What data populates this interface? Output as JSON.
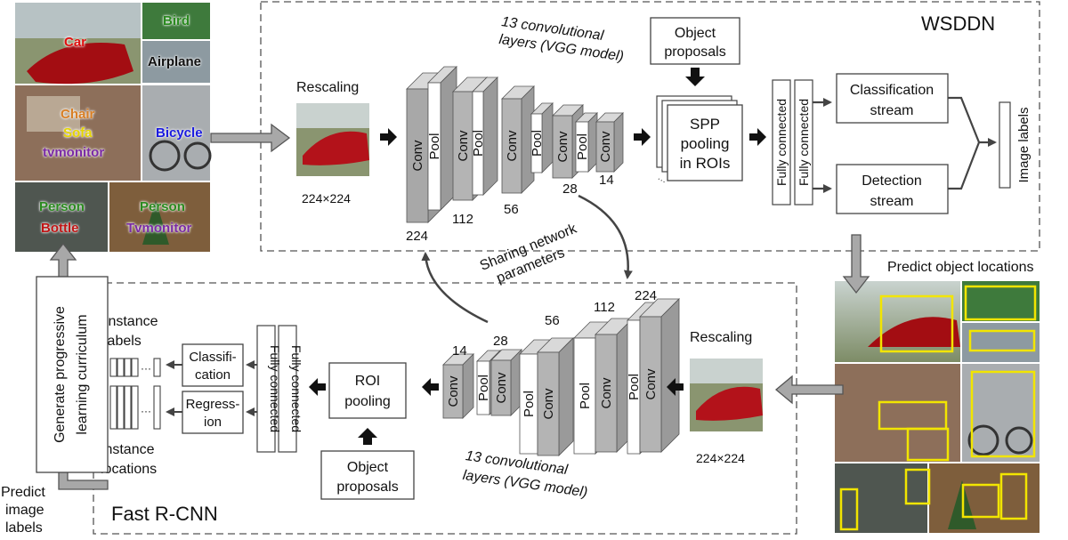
{
  "wsddn": {
    "title": "WSDDN",
    "rescaling": "Rescaling",
    "input_size": "224×224",
    "conv_caption": [
      "13 convolutional",
      "layers (VGG model)"
    ],
    "sizes": [
      "224",
      "112",
      "56",
      "28",
      "14"
    ],
    "object_proposals": [
      "Object",
      "proposals"
    ],
    "spp": [
      "SPP",
      "pooling",
      "in ROIs"
    ],
    "fc": "Fully connected",
    "classification_stream": [
      "Classification",
      "stream"
    ],
    "detection_stream": [
      "Detection",
      "stream"
    ],
    "image_labels": "Image labels"
  },
  "fast_rcnn": {
    "title": "Fast R-CNN",
    "rescaling": "Rescaling",
    "input_size": "224×224",
    "conv_caption": [
      "13 convolutional",
      "layers (VGG model)"
    ],
    "sizes": [
      "14",
      "28",
      "56",
      "112",
      "224"
    ],
    "roi_pooling": [
      "ROI",
      "pooling"
    ],
    "object_proposals": [
      "Object",
      "proposals"
    ],
    "fc": "Fully connected",
    "classification": [
      "Classifi-",
      "cation"
    ],
    "regression": [
      "Regress-",
      "ion"
    ],
    "instance_labels": [
      "Instance",
      "labels"
    ],
    "instance_locations": [
      "Instance",
      "locations"
    ]
  },
  "layer_words": {
    "conv": "Conv",
    "pool": "Pool"
  },
  "sharing": [
    "Sharing network",
    "parameters"
  ],
  "predict_object_locations": "Predict object locations",
  "curriculum": [
    "Generate progressive",
    "learning curriculum"
  ],
  "predict_image_labels": [
    "Predict",
    "image",
    "labels"
  ],
  "dots": "···",
  "image_tags": {
    "car": {
      "text": "Car",
      "color": "#e01010"
    },
    "bird": {
      "text": "Bird",
      "color": "#2a8a1f"
    },
    "airplane": {
      "text": "Airplane",
      "color": "#111111"
    },
    "chair": {
      "text": "Chair",
      "color": "#d87f25"
    },
    "sofa": {
      "text": "Sofa",
      "color": "#e5d500"
    },
    "tvmonitor": {
      "text": "tvmonitor",
      "color": "#7a2aa5"
    },
    "bicycle": {
      "text": "Bicycle",
      "color": "#1a1ae0"
    },
    "person1": {
      "text": "Person",
      "color": "#2a8a1f"
    },
    "bottle": {
      "text": "Bottle",
      "color": "#c01515"
    },
    "person2": {
      "text": "Person",
      "color": "#2a8a1f"
    },
    "tvmonitor2": {
      "text": "Tvmonitor",
      "color": "#7a2aa5"
    }
  }
}
